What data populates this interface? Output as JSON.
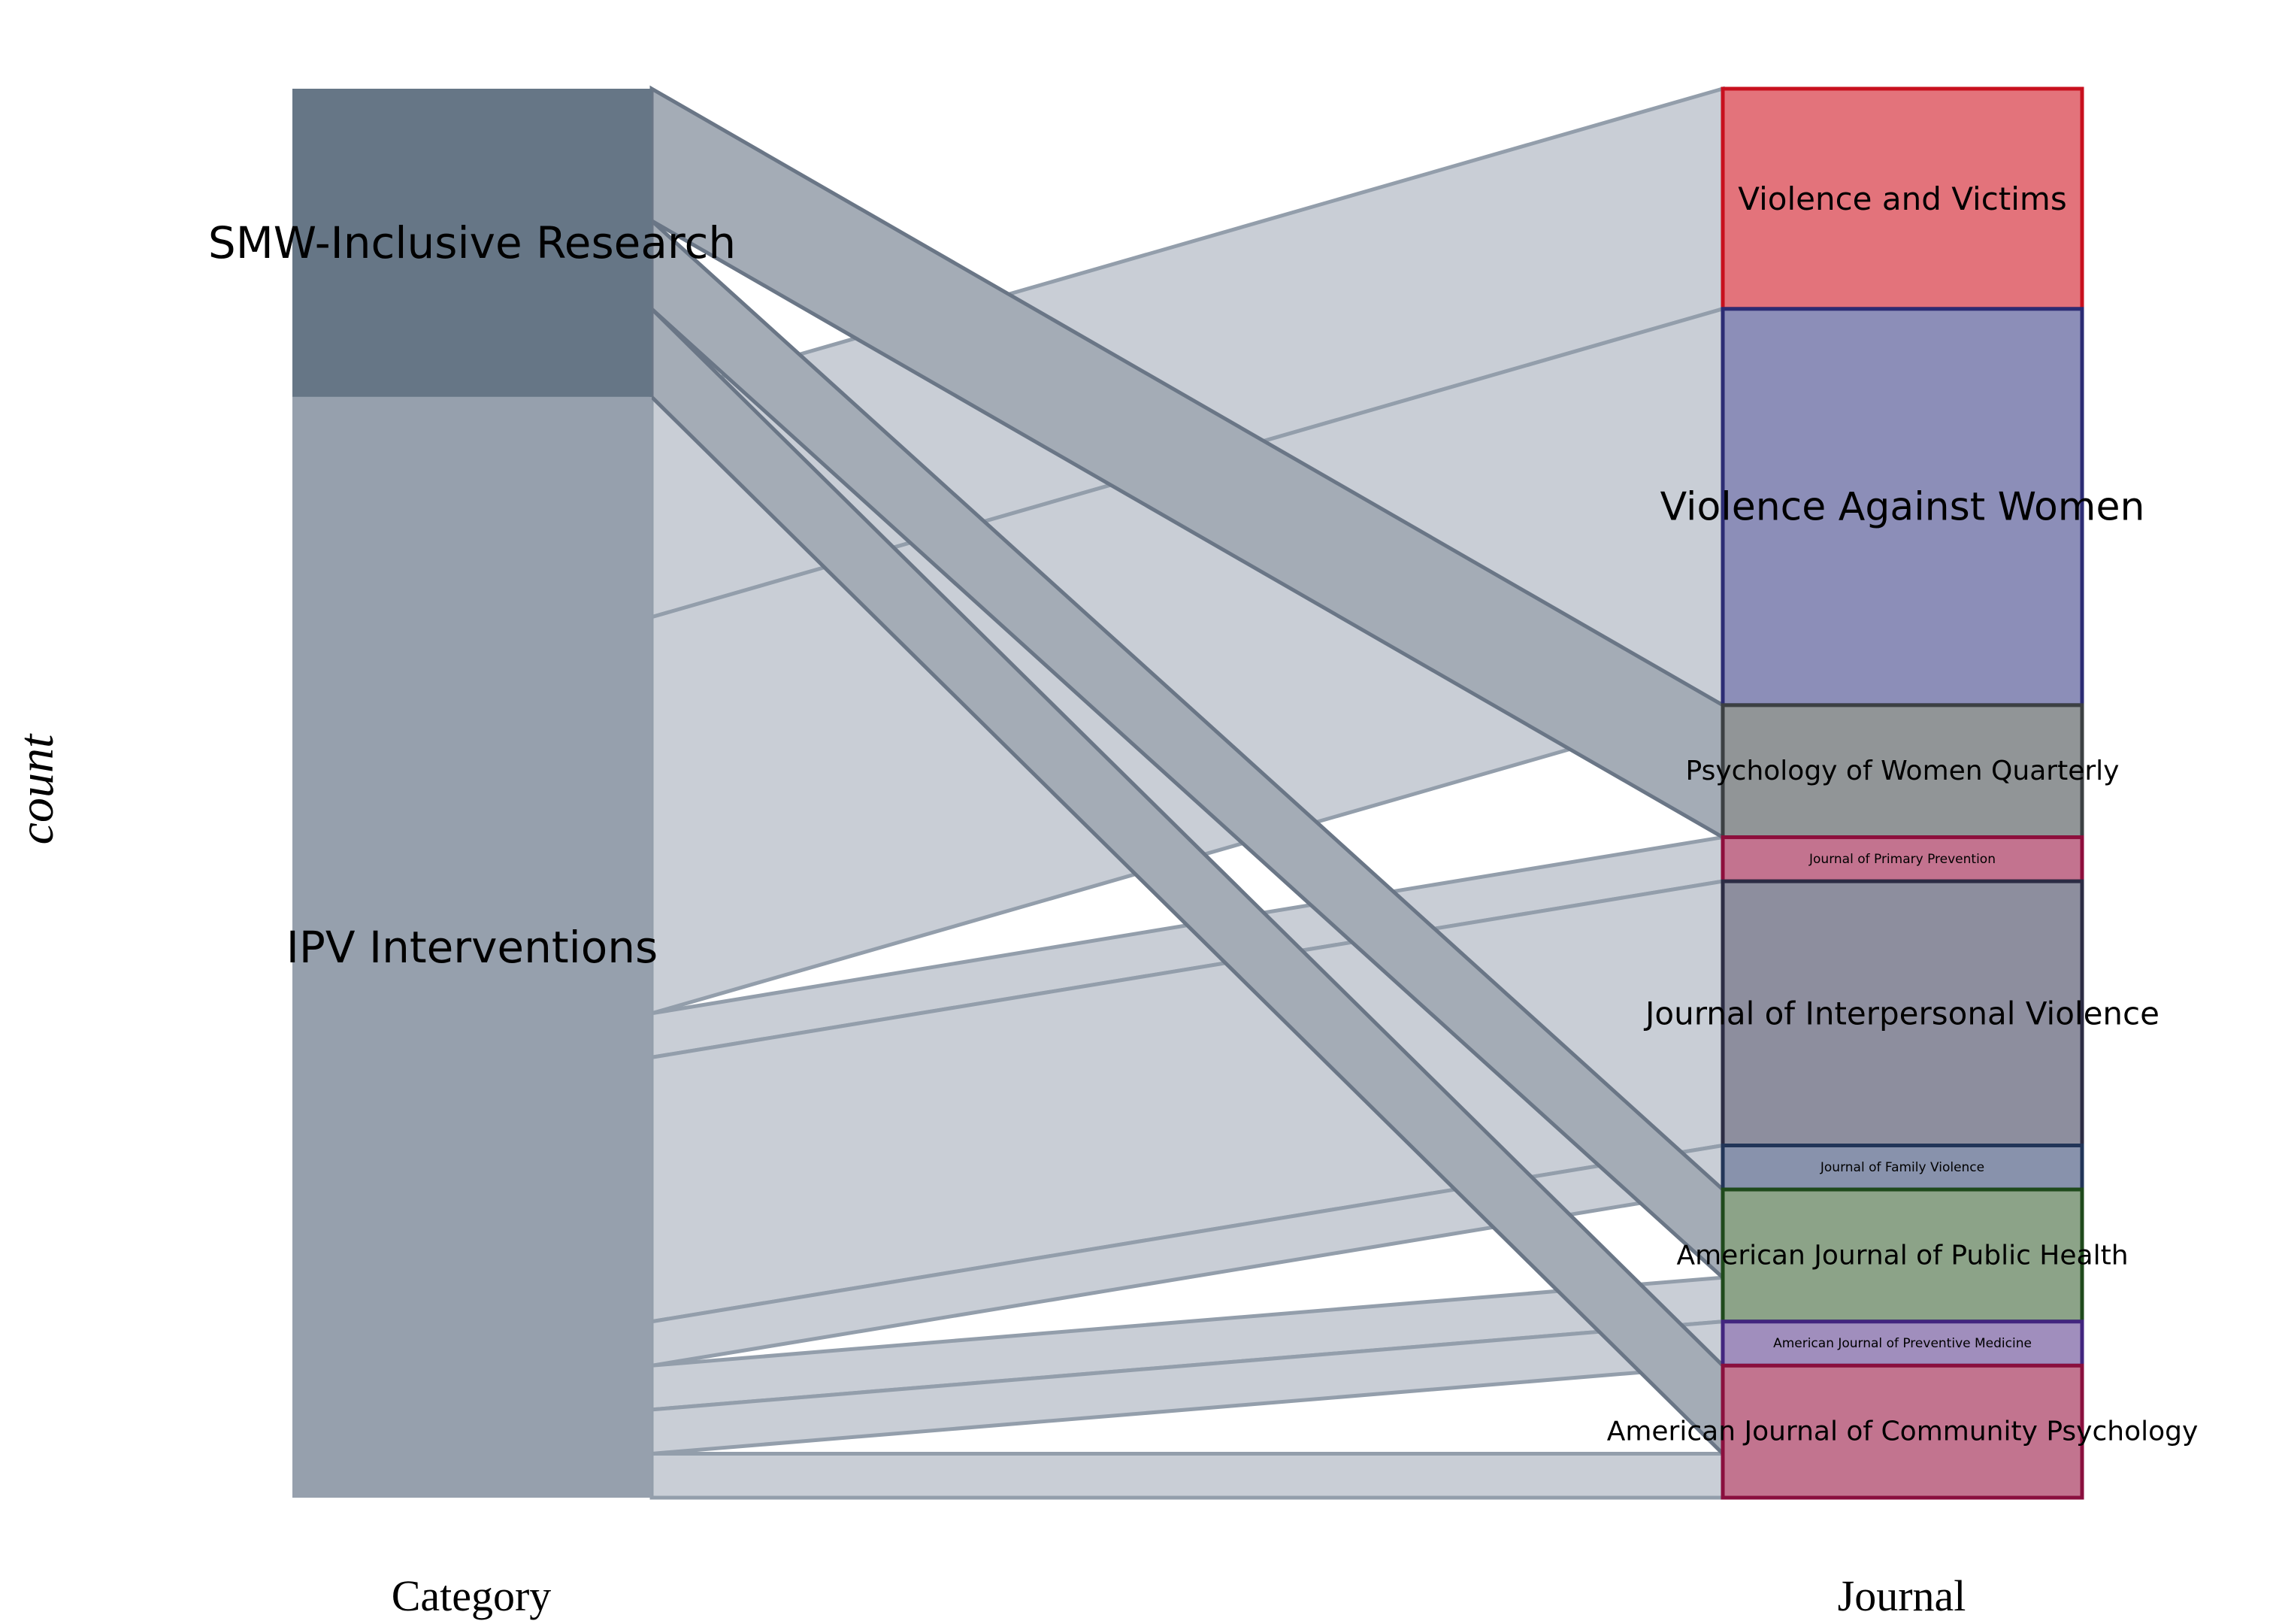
{
  "chart_data": {
    "type": "alluvial",
    "ylabel": "count",
    "axes": [
      {
        "key": "category",
        "label": "Category"
      },
      {
        "key": "journal",
        "label": "Journal"
      }
    ],
    "categories": [
      {
        "name": "SMW-Inclusive Research",
        "color": "#667686"
      },
      {
        "name": "IPV Interventions",
        "color": "#96a0ad"
      }
    ],
    "journals": [
      {
        "name": "Violence and Victims",
        "fill": "#e3737b",
        "stroke": "#c8101e"
      },
      {
        "name": "Violence Against Women",
        "fill": "#8c8eb8",
        "stroke": "#2c2c74"
      },
      {
        "name": "Psychology of Women Quarterly",
        "fill": "#919597",
        "stroke": "#3c4043"
      },
      {
        "name": "Journal of Primary Prevention",
        "fill": "#c3738f",
        "stroke": "#8e0e3c"
      },
      {
        "name": "Journal of Interpersonal Violence",
        "fill": "#8d8e9e",
        "stroke": "#2c2c44"
      },
      {
        "name": "Journal of Family Violence",
        "fill": "#8892ac",
        "stroke": "#223558"
      },
      {
        "name": "American Journal of Public Health",
        "fill": "#8ca388",
        "stroke": "#1f4a1c"
      },
      {
        "name": "American Journal of Preventive Medicine",
        "fill": "#a08ebd",
        "stroke": "#42257f"
      },
      {
        "name": "American Journal of Community Psychology",
        "fill": "#c2748f",
        "stroke": "#8a0f3e"
      }
    ],
    "flows": [
      {
        "category": "SMW-Inclusive Research",
        "journal": "Psychology of Women Quarterly",
        "count": 3
      },
      {
        "category": "SMW-Inclusive Research",
        "journal": "American Journal of Public Health",
        "count": 2
      },
      {
        "category": "SMW-Inclusive Research",
        "journal": "American Journal of Community Psychology",
        "count": 2
      },
      {
        "category": "IPV Interventions",
        "journal": "Violence and Victims",
        "count": 5
      },
      {
        "category": "IPV Interventions",
        "journal": "Violence Against Women",
        "count": 9
      },
      {
        "category": "IPV Interventions",
        "journal": "Journal of Primary Prevention",
        "count": 1
      },
      {
        "category": "IPV Interventions",
        "journal": "Journal of Interpersonal Violence",
        "count": 6
      },
      {
        "category": "IPV Interventions",
        "journal": "Journal of Family Violence",
        "count": 1
      },
      {
        "category": "IPV Interventions",
        "journal": "American Journal of Public Health",
        "count": 1
      },
      {
        "category": "IPV Interventions",
        "journal": "American Journal of Preventive Medicine",
        "count": 1
      },
      {
        "category": "IPV Interventions",
        "journal": "American Journal of Community Psychology",
        "count": 1
      }
    ],
    "link_color": "#c9ced6",
    "link_stroke": "#939eab",
    "highlight_fill": "#a4acb6",
    "highlight_stroke": "#6a7686"
  }
}
